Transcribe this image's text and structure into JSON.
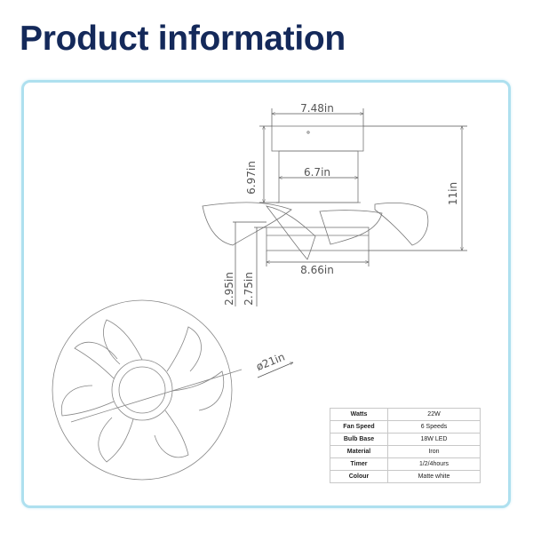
{
  "page": {
    "title": "Product information"
  },
  "dimensions": {
    "top_width": "7.48in",
    "body_height": "6.97in",
    "body_width": "6.7in",
    "total_height": "11in",
    "base_width": "8.66in",
    "base_height_a": "2.95in",
    "base_height_b": "2.75in",
    "diameter": "ø21in"
  },
  "specs": [
    {
      "label": "Watts",
      "value": "22W"
    },
    {
      "label": "Fan Speed",
      "value": "6 Speeds"
    },
    {
      "label": "Bulb Base",
      "value": "18W  LED"
    },
    {
      "label": "Material",
      "value": "Iron"
    },
    {
      "label": "Timer",
      "value": "1/2/4hours"
    },
    {
      "label": "Colour",
      "value": "Matte white"
    }
  ],
  "colors": {
    "title": "#14295a",
    "panel_border": "#aee0ef"
  }
}
